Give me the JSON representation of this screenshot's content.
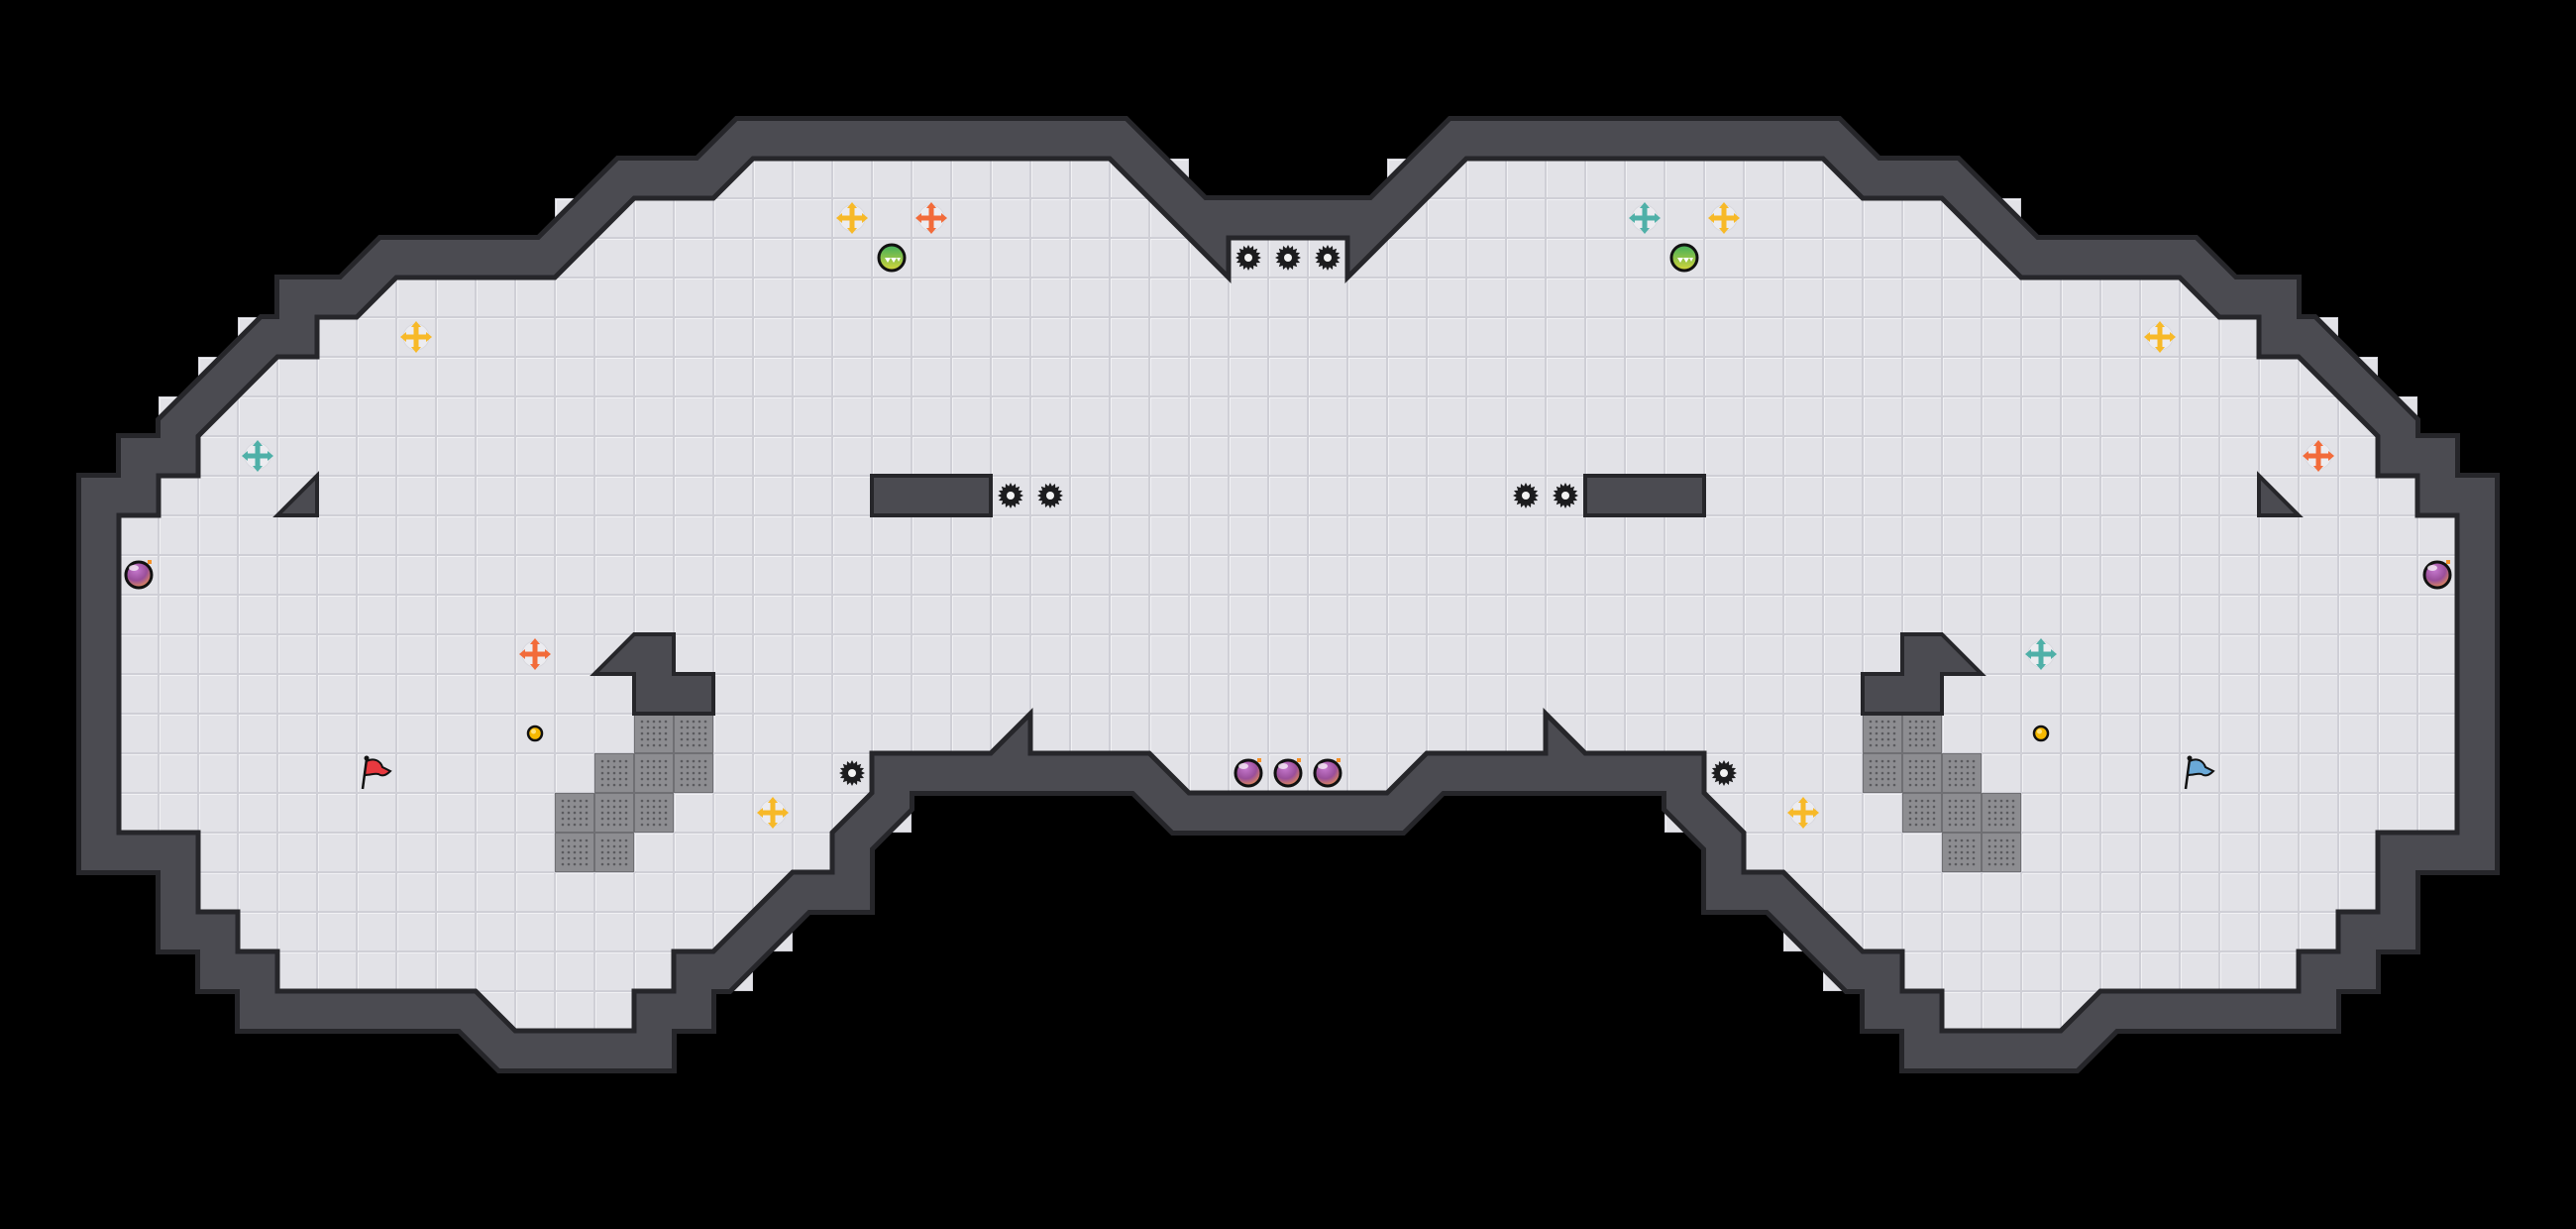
{
  "level": {
    "palette": {
      "background": "#000000",
      "floor": "#e3e3e8",
      "floor_line": "#cfcfd6",
      "wall": "#4b4b51",
      "wall_edge": "#26262a",
      "grate": "#8a8a8e",
      "cross_yellow": "#f7b928",
      "cross_orange": "#f26b3a",
      "cross_teal": "#4fb0a8",
      "flag_red": "#e8393f",
      "flag_blue": "#6aa9d8",
      "coin": "#f5b800",
      "bomb": "#a0509a",
      "orb": "#6cc05a"
    },
    "entities": {
      "saw_blade": "saw-blade",
      "bomb": "bomb",
      "coin": "coin",
      "speed_orb": "green-orb",
      "move_cross": "move-arrows",
      "team_flag_red": "red-flag",
      "team_flag_blue": "blue-flag"
    }
  }
}
